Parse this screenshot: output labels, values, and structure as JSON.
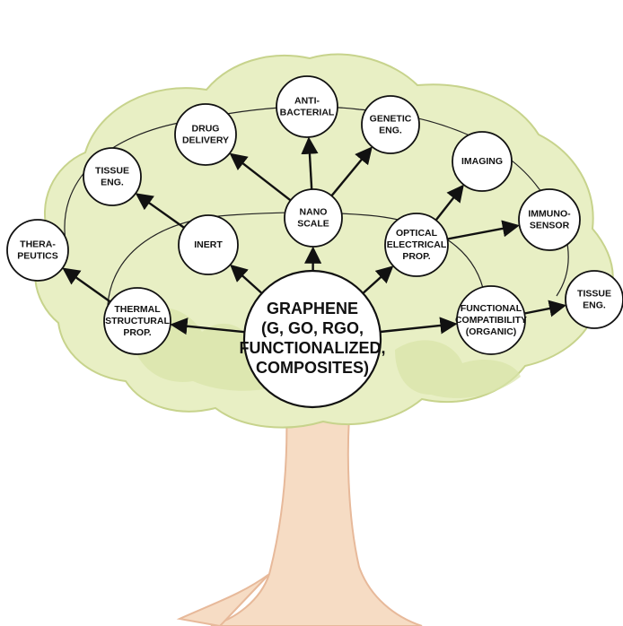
{
  "diagram": {
    "colors": {
      "canopy_fill": "#e8efc4",
      "canopy_shade": "#d9e4a8",
      "canopy_stroke": "#c7d38c",
      "trunk_fill": "#f6dcc4",
      "trunk_stroke": "#e7b99a",
      "node_fill": "#ffffff",
      "node_stroke": "#111111",
      "arrow": "#111111",
      "ring": "#222222"
    },
    "center": {
      "lines": [
        "GRAPHENE",
        "(G, GO, RGO,",
        "FUNCTIONALIZED,",
        "COMPOSITES)"
      ]
    },
    "nodes": [
      {
        "id": "inert",
        "lines": [
          "INERT"
        ]
      },
      {
        "id": "nano",
        "lines": [
          "NANO",
          "SCALE"
        ]
      },
      {
        "id": "optical",
        "lines": [
          "OPTICAL",
          "ELECTRICAL",
          "PROP."
        ]
      },
      {
        "id": "thermal",
        "lines": [
          "THERMAL",
          "STRUCTURAL",
          "PROP."
        ]
      },
      {
        "id": "functional",
        "lines": [
          "FUNCTIONAL",
          "COMPATIBILITY",
          "(ORGANIC)"
        ]
      },
      {
        "id": "therapeutics",
        "lines": [
          "THERA-",
          "PEUTICS"
        ]
      },
      {
        "id": "tissue1",
        "lines": [
          "TISSUE",
          "ENG."
        ]
      },
      {
        "id": "drug",
        "lines": [
          "DRUG",
          "DELIVERY"
        ]
      },
      {
        "id": "antibac",
        "lines": [
          "ANTI-",
          "BACTERIAL"
        ]
      },
      {
        "id": "genetic",
        "lines": [
          "GENETIC",
          "ENG."
        ]
      },
      {
        "id": "imaging",
        "lines": [
          "IMAGING"
        ]
      },
      {
        "id": "immuno",
        "lines": [
          "IMMUNO-",
          "SENSOR"
        ]
      },
      {
        "id": "tissue2",
        "lines": [
          "TISSUE",
          "ENG."
        ]
      }
    ],
    "edges": [
      [
        "center",
        "inert"
      ],
      [
        "center",
        "nano"
      ],
      [
        "center",
        "optical"
      ],
      [
        "center",
        "thermal"
      ],
      [
        "center",
        "functional"
      ],
      [
        "inert",
        "tissue1"
      ],
      [
        "nano",
        "drug"
      ],
      [
        "nano",
        "antibac"
      ],
      [
        "nano",
        "genetic"
      ],
      [
        "thermal",
        "therapeutics"
      ],
      [
        "optical",
        "imaging"
      ],
      [
        "optical",
        "immuno"
      ],
      [
        "functional",
        "tissue2"
      ]
    ]
  }
}
